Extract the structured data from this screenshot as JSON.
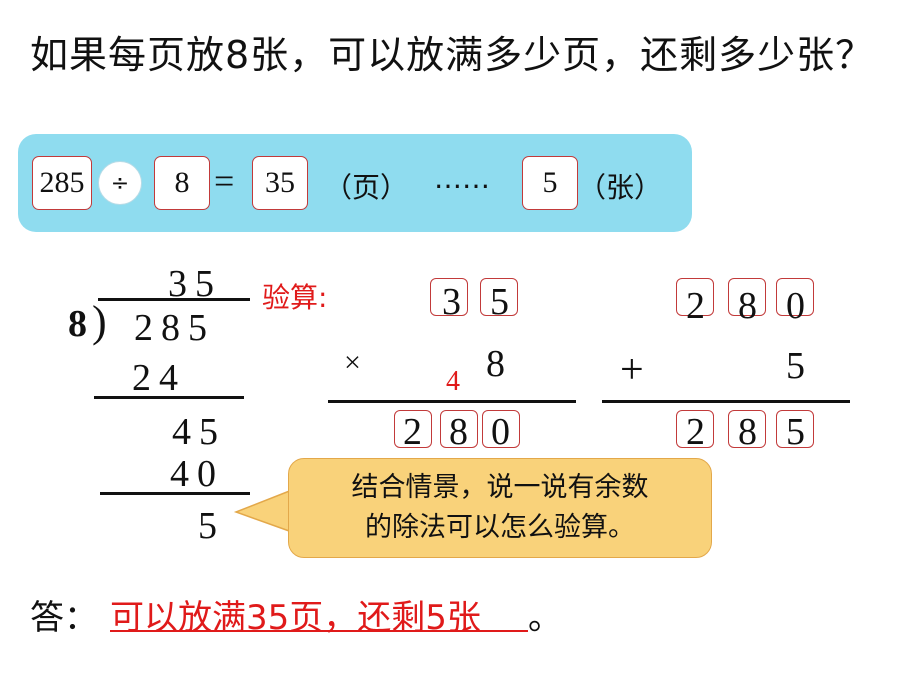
{
  "question": "如果每页放8张，可以放满多少页，还剩多少张？",
  "equation": {
    "dividend": "285",
    "operator": "÷",
    "divisor": "8",
    "equals": "=",
    "quotient": "35",
    "unit_page": "（页）",
    "dots": "……",
    "remainder": "5",
    "unit_sheet": "（张）"
  },
  "long_division": {
    "divisor": "8",
    "bracket": ")",
    "quotient": "35",
    "dividend": "285",
    "step1": "24",
    "step2": "45",
    "step3": "40",
    "remainder": "5"
  },
  "verify_label": "验算:",
  "multiplication": {
    "top": [
      "3",
      "5"
    ],
    "operator": "×",
    "factor": "8",
    "carry": "4",
    "result": [
      "2",
      "8",
      "0"
    ]
  },
  "addition": {
    "top": [
      "2",
      "8",
      "0"
    ],
    "operator": "+",
    "addend": "5",
    "result": [
      "2",
      "8",
      "5"
    ]
  },
  "bubble": {
    "line1": "结合情景，说一说有余数",
    "line2": "的除法可以怎么验算。"
  },
  "answer": {
    "label": "答：",
    "text": "可以放满35页，还剩5张",
    "period": "。"
  },
  "colors": {
    "band": "#8fdcef",
    "bubble": "#f9d27a",
    "accent_red": "#e01a1a",
    "box_border": "#c23a3a"
  }
}
